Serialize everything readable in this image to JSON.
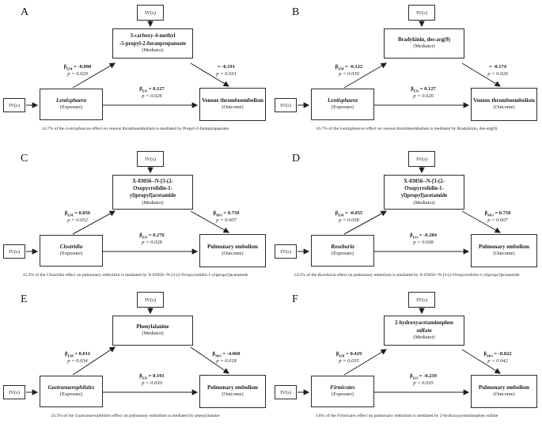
{
  "figure": {
    "type": "mediation-path-diagrams",
    "panel_count": 6
  },
  "panels": [
    {
      "label": "A",
      "iv_top": "IV(s)",
      "iv_left": "IV(s)",
      "mediator": {
        "line1": "3-carboxy-4-methyl",
        "line2": "-5-propyl-2-furanpropanoate",
        "line3": "",
        "role": "(Mediator)"
      },
      "exposure": {
        "name": "Lentisphaera",
        "role": "(Exposure)"
      },
      "outcome": {
        "name": "Venous thromboembolism",
        "role": "(Outcome)"
      },
      "path_em": {
        "beta": "β",
        "sub": "EM",
        "value": "= -0.098",
        "p": "p = 0.029"
      },
      "path_mo": {
        "beta": "",
        "sub": "",
        "value": "= -0.191",
        "p": "p = 0.031"
      },
      "path_eo": {
        "beta": "β",
        "sub": "EO",
        "value": "= 0.127",
        "p": "p = 0.026"
      },
      "caption": {
        "pre": "14.7% of the ",
        "italic": "Lentisphaerae",
        "post": " effect on venous thromboembolism is mediated by Propyl-2-furanpropanoate"
      }
    },
    {
      "label": "B",
      "iv_top": "IV(s)",
      "iv_left": "IV(s)",
      "mediator": {
        "line1": "Bradykinin, des-arg(9)",
        "line2": "",
        "line3": "",
        "role": "(Mediator)"
      },
      "exposure": {
        "name": "Lentisphaera",
        "role": "(Exposure)"
      },
      "outcome": {
        "name": "Venous thromboembolism",
        "role": "(Outcome)"
      },
      "path_em": {
        "beta": "β",
        "sub": "EM",
        "value": "= -0.122",
        "p": "p = 0.030"
      },
      "path_mo": {
        "beta": "",
        "sub": "",
        "value": "= -0.174",
        "p": "p = 0.026"
      },
      "path_eo": {
        "beta": "β",
        "sub": "EO",
        "value": "= 0.127",
        "p": "p = 0.026"
      },
      "caption": {
        "pre": "16.7% of the ",
        "italic": "Lentisphaerae",
        "post": " effect on venous thromboembolism is mediated by Bradykinin, des-arg(9)"
      }
    },
    {
      "label": "C",
      "iv_top": "IV(s)",
      "iv_left": "IV(s)",
      "mediator": {
        "line1": "X-03056--N-[3-(2-",
        "line2": "Oxopyrrolidin-1-",
        "line3": "yl)propyl]acetamide",
        "role": "(Mediator)"
      },
      "exposure": {
        "name": "Clostridia",
        "role": "(Exposure)"
      },
      "outcome": {
        "name": "Pulmonary embolism",
        "role": "(Outcome)"
      },
      "path_em": {
        "beta": "β",
        "sub": "EM",
        "value": "= 0.056",
        "p": "p = 0.032"
      },
      "path_mo": {
        "beta": "β",
        "sub": "MO",
        "value": "= 0.750",
        "p": "p = 0.007"
      },
      "path_eo": {
        "beta": "β",
        "sub": "EO",
        "value": "= 0.276",
        "p": "p = 0.028"
      },
      "caption": {
        "pre": "15.2% of the ",
        "italic": "Clostridia",
        "post": " effect on pulmonary embolism is mediated by X-03056--N-[3-(2-Oxopyrrolidin-1-yl)propyl]acetamide"
      }
    },
    {
      "label": "D",
      "iv_top": "IV(s)",
      "iv_left": "IV(s)",
      "mediator": {
        "line1": "X-03056--N-[3-(2-",
        "line2": "Oxopyrrolidin-1-",
        "line3": "yl)propyl]acetamide",
        "role": "(Mediator)"
      },
      "exposure": {
        "name": "Roseburia",
        "role": "(Exposure)"
      },
      "outcome": {
        "name": "Pulmonary embolism",
        "role": "(Outcome)"
      },
      "path_em": {
        "beta": "β",
        "sub": "EM",
        "value": "= -0.055",
        "p": "p = 0.038"
      },
      "path_mo": {
        "beta": "β",
        "sub": "MO",
        "value": "= 0.750",
        "p": "p = 0.007"
      },
      "path_eo": {
        "beta": "β",
        "sub": "EO",
        "value": "= -0.284",
        "p": "p = 0.038"
      },
      "caption": {
        "pre": "14.5% of the ",
        "italic": "Roseburia",
        "post": " effect on pulmonary embolism is mediated by X-03056--N-[3-(2-Oxopyrrolidin-1-yl)propyl]acetamide"
      }
    },
    {
      "label": "E",
      "iv_top": "IV(s)",
      "iv_left": "IV(s)",
      "mediator": {
        "line1": "Phenylalanine",
        "line2": "",
        "line3": "",
        "role": "(Mediator)"
      },
      "exposure": {
        "name": "Gastranaerophilales",
        "role": "(Exposure)"
      },
      "outcome": {
        "name": "Pulmonary embolism",
        "role": "(Outcome)"
      },
      "path_em": {
        "beta": "β",
        "sub": "EM",
        "value": "= 0.011",
        "p": "p = 0.034"
      },
      "path_mo": {
        "beta": "β",
        "sub": "MO",
        "value": "= -4.060",
        "p": "p = 0.018"
      },
      "path_eo": {
        "beta": "β",
        "sub": "EO",
        "value": "= 0.191",
        "p": "p = 0.030"
      },
      "caption": {
        "pre": "23.3% of the ",
        "italic": "Gastranaerophilales",
        "post": " effect on pulmonary embolism is mediated by phenylalanine"
      }
    },
    {
      "label": "F",
      "iv_top": "IV(s)",
      "iv_left": "IV(s)",
      "mediator": {
        "line1": "2-hydroxyacetaminophen",
        "line2": "sulfate",
        "line3": "",
        "role": "(Mediator)"
      },
      "exposure": {
        "name": "Firmicutes",
        "role": "(Exposure)"
      },
      "outcome": {
        "name": "Pulmonary embolism",
        "role": "(Outcome)"
      },
      "path_em": {
        "beta": "β",
        "sub": "EM",
        "value": "= 0.419",
        "p": "p = 0.035"
      },
      "path_mo": {
        "beta": "β",
        "sub": "MO",
        "value": "= -0.022",
        "p": "p = 0.042"
      },
      "path_eo": {
        "beta": "β",
        "sub": "EO",
        "value": "= -0.239",
        "p": "p = 0.035"
      },
      "caption": {
        "pre": "3.8% of the ",
        "italic": "Firmicutes",
        "post": " effect on pulmonary embolism is mediated by 2-hydroxyacetaminophen sulfate"
      }
    }
  ]
}
